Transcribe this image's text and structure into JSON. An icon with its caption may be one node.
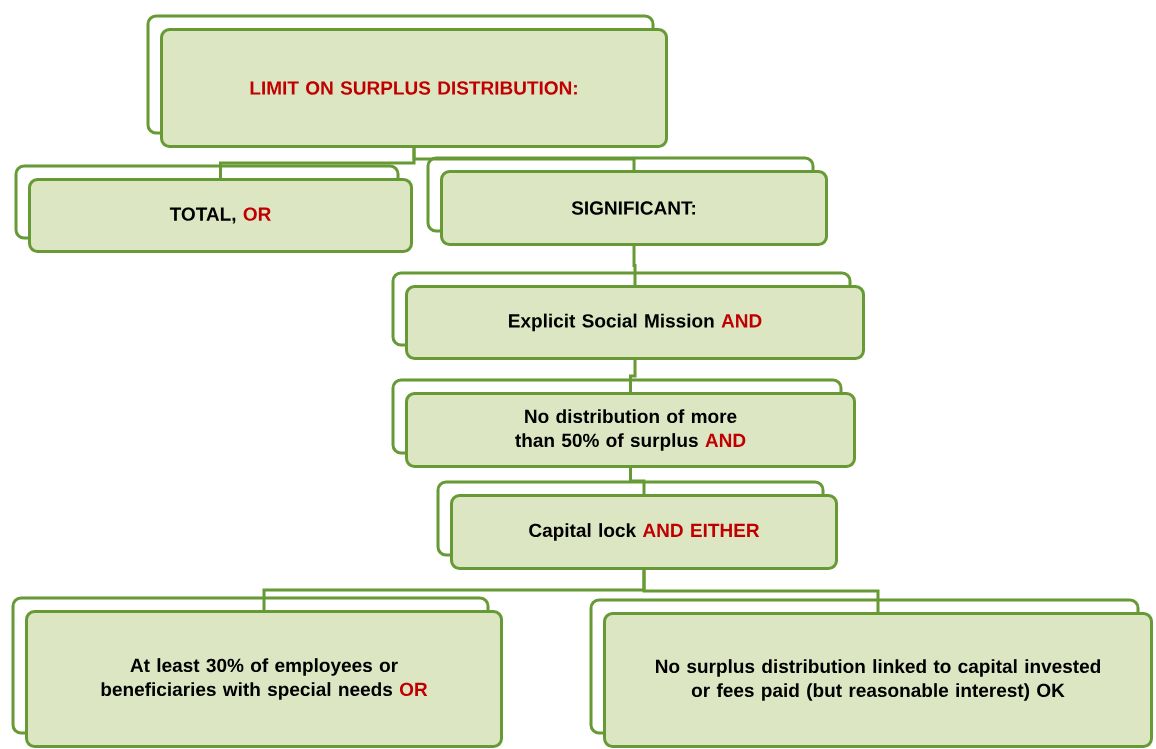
{
  "diagram": {
    "nodes": [
      {
        "text": [
          "LIMIT ON SURPLUS DISTRIBUTION:"
        ]
      },
      {
        "text": [
          "TOTAL,",
          "OR"
        ]
      },
      {
        "text": [
          "SIGNIFICANT:"
        ]
      },
      {
        "text": [
          "Explicit Social Mission",
          "AND"
        ]
      },
      {
        "text": [
          "No distribution of more than 50% of surplus",
          "AND"
        ]
      },
      {
        "text": [
          "Capital lock",
          "AND EITHER"
        ]
      },
      {
        "text": [
          "At least 30% of employees or beneficiaries with special needs",
          "OR"
        ]
      },
      {
        "text": [
          "No surplus distribution linked to capital invested or fees paid (but reasonable interest) OK"
        ]
      }
    ],
    "edges": [
      {
        "from": 0,
        "to": 1,
        "arrow": "none"
      },
      {
        "from": 0,
        "to": 2,
        "arrow": "none"
      },
      {
        "from": 2,
        "to": 3,
        "arrow": "none"
      },
      {
        "from": 3,
        "to": 4,
        "arrow": "none"
      },
      {
        "from": 4,
        "to": 5,
        "arrow": "none"
      },
      {
        "from": 5,
        "to": 6,
        "arrow": "none"
      },
      {
        "from": 5,
        "to": 7,
        "arrow": "none"
      }
    ]
  }
}
